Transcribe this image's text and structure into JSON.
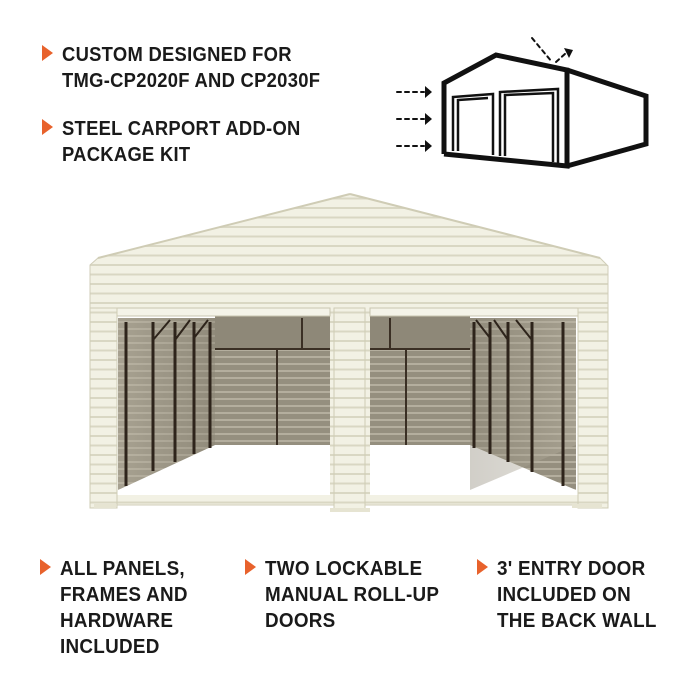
{
  "top_features": [
    {
      "icon": "orange-triangle-bullet",
      "text": "CUSTOM DESIGNED FOR\nTMG-CP2020F AND CP2030F"
    },
    {
      "icon": "orange-triangle-bullet",
      "text": "STEEL CARPORT ADD-ON\nPACKAGE KIT"
    }
  ],
  "diagram": {
    "icon": "carport-enclosure-outline-icon"
  },
  "product_image": {
    "description": "enclosed steel garage with two open roll-up door bays"
  },
  "bottom_features": [
    {
      "icon": "orange-triangle-bullet",
      "text": "ALL PANELS,\nFRAMES AND\nHARDWARE\nINCLUDED"
    },
    {
      "icon": "orange-triangle-bullet",
      "text": "TWO LOCKABLE\nMANUAL ROLL-UP\nDOORS"
    },
    {
      "icon": "orange-triangle-bullet",
      "text": "3' ENTRY DOOR\nINCLUDED ON\nTHE BACK WALL"
    }
  ],
  "colors": {
    "accent": "#e8622c",
    "text": "#1a1a1a",
    "panel": "#f0efe2",
    "interior": "#8e8878"
  }
}
